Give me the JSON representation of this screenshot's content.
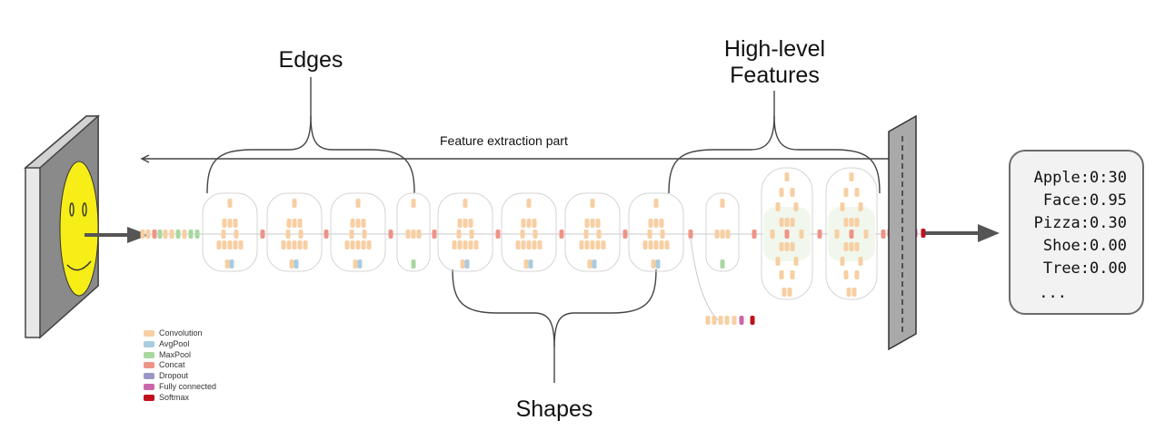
{
  "labels": {
    "edges": "Edges",
    "high_level_features": [
      "High-level",
      "Features"
    ],
    "shapes": "Shapes",
    "feature_extraction": "Feature extraction part"
  },
  "outputs": [
    {
      "name": "Apple",
      "score": "0:30"
    },
    {
      "name": "Face",
      "score": "0.95"
    },
    {
      "name": "Pizza",
      "score": "0.30"
    },
    {
      "name": "Shoe",
      "score": "0.00"
    },
    {
      "name": "Tree",
      "score": "0.00"
    }
  ],
  "outputs_more": "...",
  "legend": [
    {
      "label": "Convolution",
      "color": "#f7cfa3"
    },
    {
      "label": "AvgPool",
      "color": "#a9cce0"
    },
    {
      "label": "MaxPool",
      "color": "#a8d8a0"
    },
    {
      "label": "Concat",
      "color": "#ee9487"
    },
    {
      "label": "Dropout",
      "color": "#9b96c6"
    },
    {
      "label": "Fully connected",
      "color": "#cc66aa"
    },
    {
      "label": "Softmax",
      "color": "#c0101e"
    }
  ],
  "colors": {
    "input_face": "#f6ee16",
    "arrow": "#555555",
    "output_box_border": "#6b6b6b",
    "output_box_fill": "#f2f2f2",
    "plane": "#a9a9a9"
  },
  "icons": {
    "input": "smiley-face-image",
    "classifier": "vertical-plane"
  }
}
